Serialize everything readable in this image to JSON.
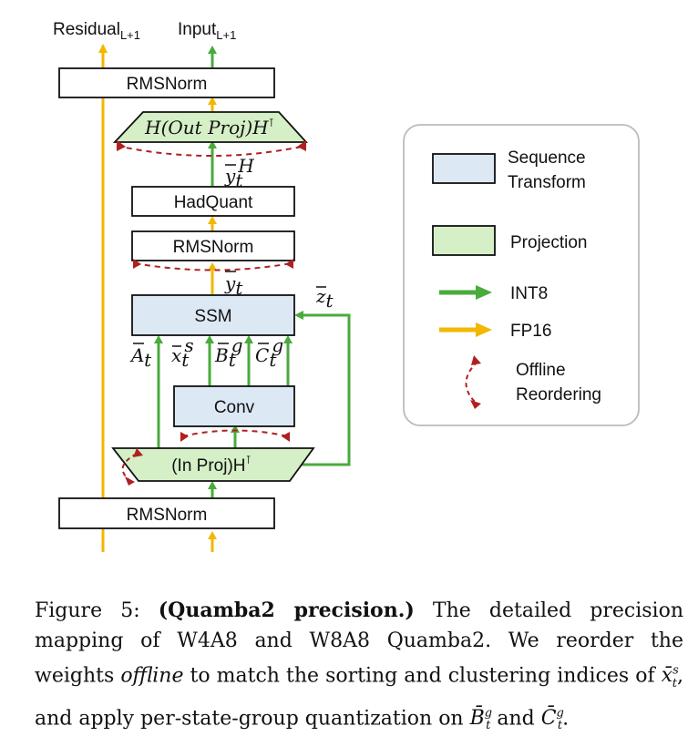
{
  "colors": {
    "int8": "#4aaa3c",
    "fp16": "#f2b700",
    "sequence_fill": "#dde8f5",
    "projection_fill": "#d5efc6",
    "reorder": "#b02020",
    "stroke": "#111111"
  },
  "top": {
    "residual_label": "Residual",
    "input_label": "Input",
    "layer_subscript": "L+1"
  },
  "blocks": {
    "rmsnorm_top": "RMSNorm",
    "out_proj": "H(Out Proj)H",
    "out_proj_sup": "⊺",
    "hadquant": "HadQuant",
    "rmsnorm_mid": "RMSNorm",
    "ssm": "SSM",
    "conv": "Conv",
    "in_proj": "(In Proj)H",
    "in_proj_sup": "⊺",
    "rmsnorm_bottom": "RMSNorm"
  },
  "signals": {
    "y_h": "y",
    "y_h_sub": "t",
    "y_h_sup": "H",
    "y": "y",
    "y_sub": "t",
    "z": "z",
    "z_sub": "t",
    "a": "A",
    "a_sub": "t",
    "x": "x",
    "x_sub": "t",
    "x_sup": "s",
    "b": "B",
    "b_sub": "t",
    "b_sup": "g",
    "c": "C",
    "c_sub": "t",
    "c_sup": "g"
  },
  "legend": {
    "items": [
      {
        "key": "sequence",
        "label_line1": "Sequence",
        "label_line2": "Transform"
      },
      {
        "key": "projection",
        "label_line1": "Projection",
        "label_line2": ""
      },
      {
        "key": "int8",
        "label_line1": "INT8",
        "label_line2": ""
      },
      {
        "key": "fp16",
        "label_line1": "FP16",
        "label_line2": ""
      },
      {
        "key": "reorder",
        "label_line1": "Offline",
        "label_line2": "Reordering"
      }
    ]
  },
  "caption": {
    "prefix": "Figure 5: ",
    "bold": "(Quamba2 precision.)",
    "text1": " The detailed precision mapping of W4A8 and W8A8 Quamba2. We reorder the weights ",
    "italic": "offline",
    "text2": " to match the sorting and clustering indices of ",
    "x": "x̄",
    "x_sup": "s",
    "x_sub": "t",
    "text3": ", and apply per-state-group quantization on ",
    "b": "B̄",
    "b_sup": "g",
    "b_sub": "t",
    "text4": " and ",
    "c": "C̄",
    "c_sup": "g",
    "c_sub": "t",
    "text5": "."
  }
}
